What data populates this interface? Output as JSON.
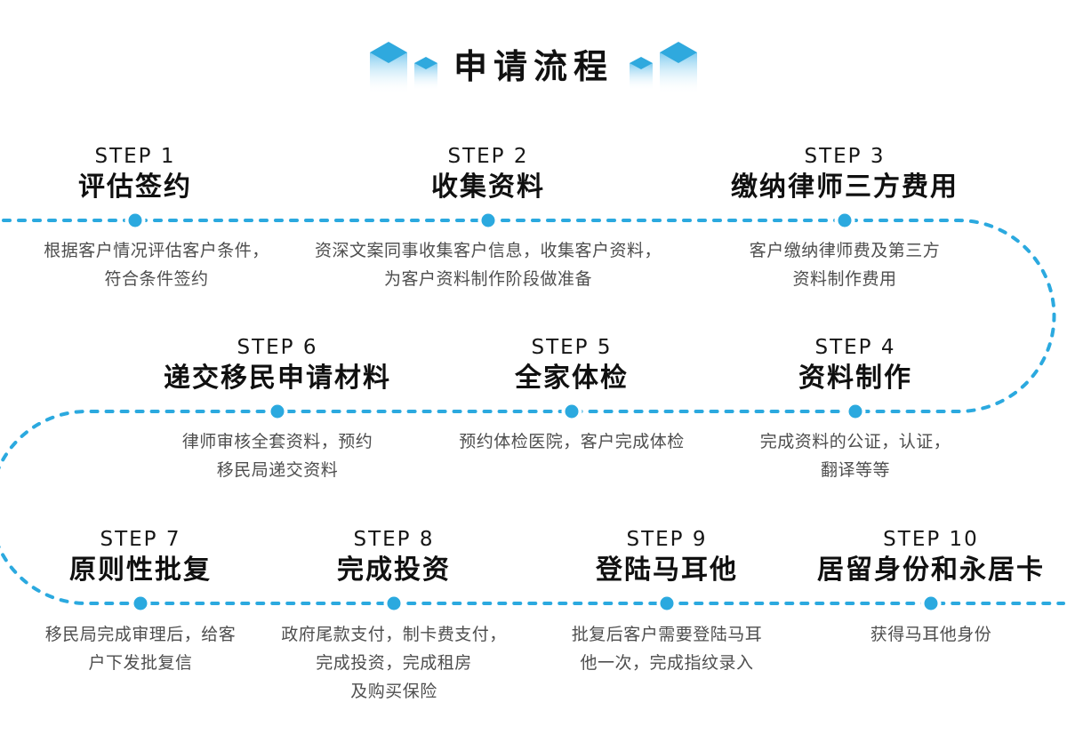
{
  "title": "申请流程",
  "colors": {
    "accent": "#2BA9DF",
    "cube_top": "#2FA9DE",
    "cube_body_top": "#7ECBEF",
    "title_text": "#111111",
    "step_text": "#101010",
    "desc_text": "#4e4e4e"
  },
  "decor": {
    "left_icon": "cubes-icon",
    "right_icon": "cubes-icon"
  },
  "steps": [
    {
      "step_label": "STEP 1",
      "name": "评估签约",
      "description": "根据客户情况评估客户条件，\n符合条件签约"
    },
    {
      "step_label": "STEP 2",
      "name": "收集资料",
      "description": "资深文案同事收集客户信息，收集客户资料，\n为客户资料制作阶段做准备"
    },
    {
      "step_label": "STEP 3",
      "name": "缴纳律师三方费用",
      "description": "客户缴纳律师费及第三方\n资料制作费用"
    },
    {
      "step_label": "STEP 4",
      "name": "资料制作",
      "description": "完成资料的公证，认证，\n翻译等等"
    },
    {
      "step_label": "STEP 5",
      "name": "全家体检",
      "description": "预约体检医院，客户完成体检"
    },
    {
      "step_label": "STEP 6",
      "name": "递交移民申请材料",
      "description": "律师审核全套资料，预约\n移民局递交资料"
    },
    {
      "step_label": "STEP 7",
      "name": "原则性批复",
      "description": "移民局完成审理后，给客\n户下发批复信"
    },
    {
      "step_label": "STEP 8",
      "name": "完成投资",
      "description": "政府尾款支付，制卡费支付，\n完成投资，完成租房\n及购买保险"
    },
    {
      "step_label": "STEP 9",
      "name": "登陆马耳他",
      "description": "批复后客户需要登陆马耳\n他一次，完成指纹录入"
    },
    {
      "step_label": "STEP 10",
      "name": "居留身份和永居卡",
      "description": "获得马耳他身份"
    }
  ]
}
